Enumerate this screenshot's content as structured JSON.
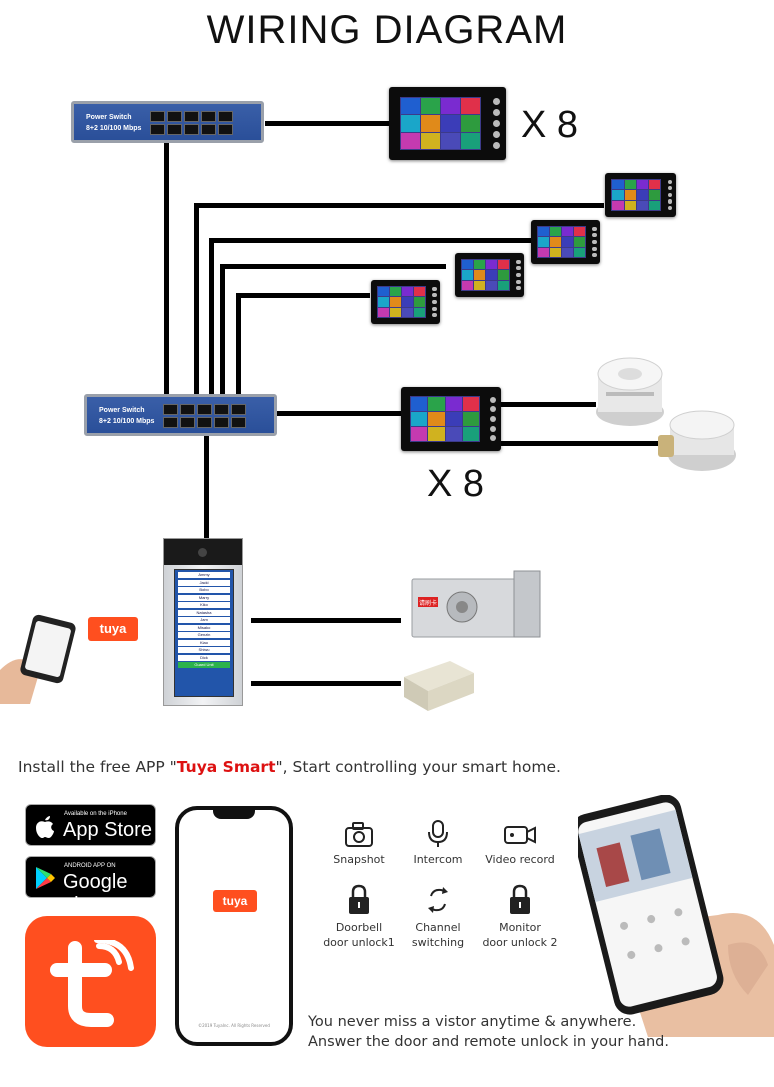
{
  "title": "WIRING DIAGRAM",
  "multiplier_top": "X 8",
  "multiplier_bottom": "X 8",
  "switch_top": {
    "line1": "Power Switch",
    "line2": "8+2  10/100 Mbps"
  },
  "switch_bottom": {
    "line1": "Power Switch",
    "line2": "8+2  10/100 Mbps"
  },
  "door_panel_names": [
    "Ammy",
    "Jacki",
    "Bobo",
    "Marry",
    "Kiko",
    "Natasha",
    "Jam",
    "Misako",
    "Genzin",
    "Kiao",
    "Shiwu",
    "Dick",
    "Guard Unit"
  ],
  "accessory_labels": {
    "lock_tag": "请刷卡"
  },
  "tuya_logo_text": "tuya",
  "promo": {
    "prefix": "Install the free APP \"",
    "app_name": "Tuya Smart",
    "suffix": "\", Start controlling your smart home."
  },
  "app_store": {
    "small": "Available on the iPhone",
    "big": "App Store"
  },
  "google_play": {
    "small": "ANDROID APP ON",
    "big": "Google play"
  },
  "phone_logo_text": "tuya",
  "phone_footer": "©2019 TuyaInc. All Rights Reserved",
  "features": [
    {
      "icon": "camera-icon",
      "label": "Snapshot"
    },
    {
      "icon": "microphone-icon",
      "label": "Intercom"
    },
    {
      "icon": "video-camera-icon",
      "label": "Video record"
    },
    {
      "icon": "lock-icon",
      "label": "Doorbell\ndoor unlock1"
    },
    {
      "icon": "switch-arrows-icon",
      "label": "Channel\nswitching"
    },
    {
      "icon": "lock-icon",
      "label": "Monitor\ndoor unlock 2"
    }
  ],
  "tagline": {
    "line1": "You never miss a vistor anytime & anywhere.",
    "line2": "Answer the door and remote unlock in your hand."
  },
  "colors": {
    "tuya_orange": "#ff4f1f",
    "switch_blue": "#2a4f99",
    "wire": "#000000",
    "accent_red": "#dd1111"
  }
}
